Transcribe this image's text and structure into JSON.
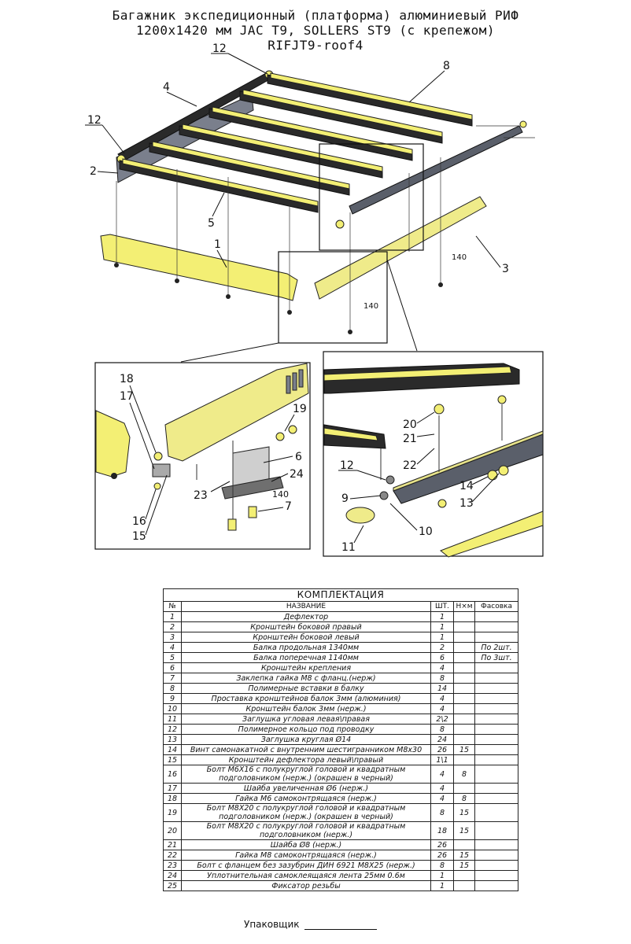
{
  "title": {
    "line1": "Багажник экспедиционный (платформа) алюминиевый РИФ",
    "line2": "1200x1420 мм JAC T9, SOLLERS ST9 (с крепежом)",
    "line3": "RIFJT9-roof4"
  },
  "callouts": {
    "c1": "1",
    "c2": "2",
    "c3": "3",
    "c4": "4",
    "c5": "5",
    "c6": "6",
    "c7": "7",
    "c8": "8",
    "c9": "9",
    "c10": "10",
    "c11": "11",
    "c12": "12",
    "c13": "13",
    "c14": "14",
    "c15": "15",
    "c16": "16",
    "c17": "17",
    "c18": "18",
    "c19": "19",
    "c20": "20",
    "c21": "21",
    "c22": "22",
    "c23": "23",
    "c24": "24",
    "c140": "140"
  },
  "table": {
    "caption": "КОМПЛЕКТАЦИЯ",
    "headers": {
      "num": "№",
      "name": "НАЗВАНИЕ",
      "qty": "ШТ.",
      "size": "Н×м",
      "pack": "Фасовка"
    },
    "rows": [
      {
        "num": "1",
        "name": "Дефлектор",
        "qty": "1",
        "size": "",
        "pack": ""
      },
      {
        "num": "2",
        "name": "Кронштейн боковой правый",
        "qty": "1",
        "size": "",
        "pack": ""
      },
      {
        "num": "3",
        "name": "Кронштейн боковой левый",
        "qty": "1",
        "size": "",
        "pack": ""
      },
      {
        "num": "4",
        "name": "Балка продольная 1340мм",
        "qty": "2",
        "size": "",
        "pack": "По 2шт."
      },
      {
        "num": "5",
        "name": "Балка поперечная 1140мм",
        "qty": "6",
        "size": "",
        "pack": "По 3шт."
      },
      {
        "num": "6",
        "name": "Кронштейн крепления",
        "qty": "4",
        "size": "",
        "pack": ""
      },
      {
        "num": "7",
        "name": "Заклепка гайка М8 с фланц.(нерж)",
        "qty": "8",
        "size": "",
        "pack": ""
      },
      {
        "num": "8",
        "name": "Полимерные вставки в балку",
        "qty": "14",
        "size": "",
        "pack": ""
      },
      {
        "num": "9",
        "name": "Проставка кронштейнов балок 3мм (алюминия)",
        "qty": "4",
        "size": "",
        "pack": ""
      },
      {
        "num": "10",
        "name": "Кронштейн балок 3мм (нерж.)",
        "qty": "4",
        "size": "",
        "pack": ""
      },
      {
        "num": "11",
        "name": "Заглушка угловая левая\\правая",
        "qty": "2\\2",
        "size": "",
        "pack": ""
      },
      {
        "num": "12",
        "name": "Полимерное кольцо под проводку",
        "qty": "8",
        "size": "",
        "pack": ""
      },
      {
        "num": "13",
        "name": "Заглушка круглая Ø14",
        "qty": "24",
        "size": "",
        "pack": ""
      },
      {
        "num": "14",
        "name": "Винт самонакатной с внутренним шестигранником М8х30",
        "qty": "26",
        "size": "15",
        "pack": ""
      },
      {
        "num": "15",
        "name": "Кронштейн дефлектора левый\\правый",
        "qty": "1\\1",
        "size": "",
        "pack": ""
      },
      {
        "num": "16",
        "name": "Болт М6Х16 с полукруглой головой и квадратным подголовником (нерж.)  (окрашен в черный)",
        "qty": "4",
        "size": "8",
        "pack": ""
      },
      {
        "num": "17",
        "name": "Шайба увеличенная Ø6 (нерж.)",
        "qty": "4",
        "size": "",
        "pack": ""
      },
      {
        "num": "18",
        "name": "Гайка М6 самоконтрящаяся (нерж.)",
        "qty": "4",
        "size": "8",
        "pack": ""
      },
      {
        "num": "19",
        "name": "Болт М8Х20 с полукруглой головой и квадратным подголовником (нерж.)  (окрашен в черный)",
        "qty": "8",
        "size": "15",
        "pack": ""
      },
      {
        "num": "20",
        "name": "Болт М8Х20 с полукруглой головой и квадратным подголовником (нерж.)",
        "qty": "18",
        "size": "15",
        "pack": ""
      },
      {
        "num": "21",
        "name": "Шайба Ø8 (нерж.)",
        "qty": "26",
        "size": "",
        "pack": ""
      },
      {
        "num": "22",
        "name": "Гайка М8 самоконтрящаяся (нерж.)",
        "qty": "26",
        "size": "15",
        "pack": ""
      },
      {
        "num": "23",
        "name": "Болт с фланцем без зазубрин ДИН 6921 М8Х25 (нерж.)",
        "qty": "8",
        "size": "15",
        "pack": ""
      },
      {
        "num": "24",
        "name": "Уплотнительная самоклеящаяся лента 25мм 0.6м",
        "qty": "1",
        "size": "",
        "pack": ""
      },
      {
        "num": "25",
        "name": "Фиксатор резьбы",
        "qty": "1",
        "size": "",
        "pack": ""
      }
    ]
  },
  "footer": {
    "packer_label": "Упаковщик"
  },
  "colors": {
    "part_yellow": "#f3ef74",
    "beam_dark": "#2a2a2a",
    "bracket_grey": "#7a7f8c"
  }
}
